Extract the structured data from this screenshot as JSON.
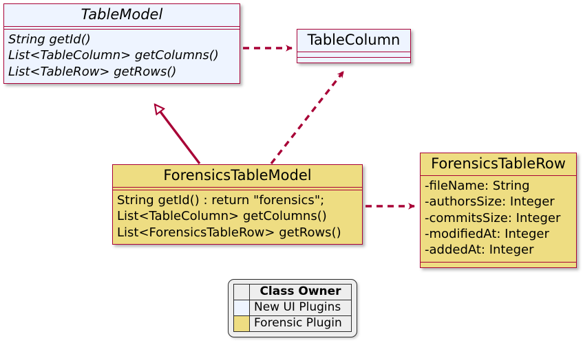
{
  "diagram": {
    "type": "uml-class-diagram",
    "background": "#FFFFFF",
    "border_color": "#A80036",
    "classes": [
      {
        "id": "TableModel",
        "name": "TableModel",
        "abstract": true,
        "fill": "#EEF4FF",
        "owner": "New UI Plugins",
        "attributes": [],
        "methods": [
          "String getId()",
          "List<TableColumn> getColumns()",
          "List<TableRow> getRows()"
        ]
      },
      {
        "id": "TableColumn",
        "name": "TableColumn",
        "abstract": false,
        "fill": "#EEF4FF",
        "owner": "New UI Plugins",
        "attributes": [],
        "methods": []
      },
      {
        "id": "ForensicsTableModel",
        "name": "ForensicsTableModel",
        "abstract": false,
        "fill": "#EEDD82",
        "owner": "Forensic Plugin",
        "attributes": [],
        "methods": [
          "String getId() : return \"forensics\";",
          "List<TableColumn> getColumns()",
          "List<ForensicsTableRow> getRows()"
        ]
      },
      {
        "id": "ForensicsTableRow",
        "name": "ForensicsTableRow",
        "abstract": false,
        "fill": "#EEDD82",
        "owner": "Forensic Plugin",
        "attributes": [
          "-fileName: String",
          "-authorsSize: Integer",
          "-commitsSize: Integer",
          "-modifiedAt: Integer",
          "-addedAt: Integer"
        ],
        "methods": []
      }
    ],
    "relations": [
      {
        "from": "TableModel",
        "to": "TableColumn",
        "kind": "dependency",
        "style": "dashed",
        "arrowhead": "open-filled"
      },
      {
        "from": "ForensicsTableModel",
        "to": "TableModel",
        "kind": "generalization",
        "style": "solid",
        "arrowhead": "hollow-triangle"
      },
      {
        "from": "ForensicsTableModel",
        "to": "TableColumn",
        "kind": "dependency",
        "style": "dashed",
        "arrowhead": "open-filled"
      },
      {
        "from": "ForensicsTableModel",
        "to": "ForensicsTableRow",
        "kind": "dependency",
        "style": "dashed",
        "arrowhead": "open-filled"
      }
    ]
  },
  "legend": {
    "header": "Class Owner",
    "rows": [
      {
        "label": "New UI Plugins",
        "color": "#EEF4FF"
      },
      {
        "label": "Forensic Plugin",
        "color": "#EEDD82"
      }
    ]
  }
}
